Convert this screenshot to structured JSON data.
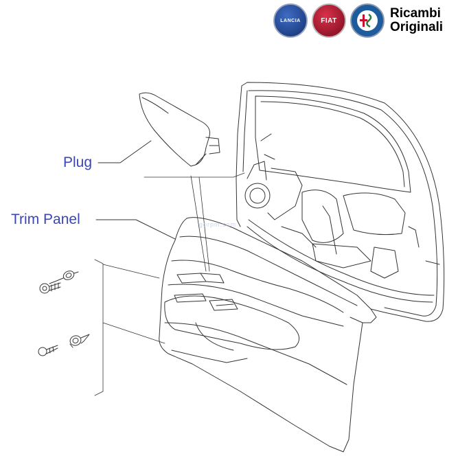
{
  "brand": {
    "badges": [
      {
        "icon": "lancia-badge-icon",
        "text": "LANCIA",
        "color": "#1b3f8f"
      },
      {
        "icon": "fiat-badge-icon",
        "text": "FIAT",
        "color": "#b0102b"
      },
      {
        "icon": "alfa-romeo-badge-icon",
        "text": "",
        "color": "#1f5c9e"
      }
    ],
    "line1": "Ricambi",
    "line2": "Originali"
  },
  "callouts": {
    "plug": "Plug",
    "trim_panel": "Trim Panel"
  },
  "watermark": "gorpm.com",
  "colors": {
    "label": "#3a46b4",
    "line": "#222222"
  }
}
